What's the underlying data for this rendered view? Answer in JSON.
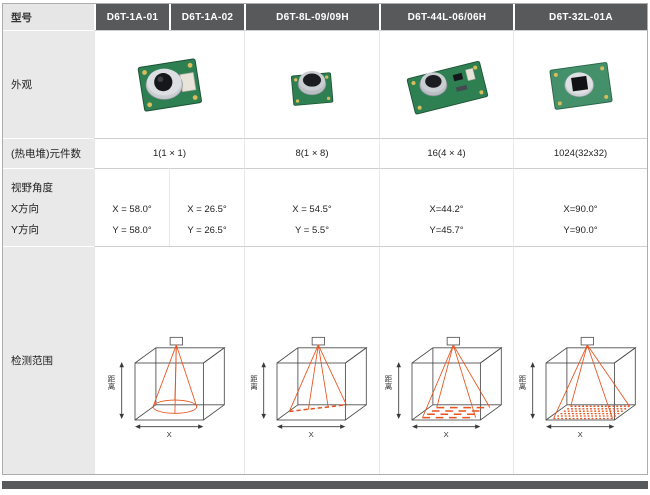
{
  "colors": {
    "header_bg": "#58595b",
    "model_cell_bg": "#e6e6e6",
    "label_col_bg": "#e9e9e9",
    "row_border": "#cfcfcf",
    "cone_orange": "#e8521d",
    "pcb_green": "#2e8053"
  },
  "table": {
    "header": {
      "model_col_label": "型号",
      "columns": [
        "D6T-1A-01",
        "D6T-1A-02",
        "D6T-8L-09/09H",
        "D6T-44L-06/06H",
        "D6T-32L-01A"
      ]
    },
    "row_labels": {
      "appearance": "外观",
      "element_count": "(热电堆)元件数",
      "fov_title": "视野角度",
      "fov_x": "X方向",
      "fov_y": "Y方向",
      "detection": "检测范围"
    },
    "element_counts": [
      "1(1 × 1)",
      "8(1 × 8)",
      "16(4 × 4)",
      "1024(32x32)"
    ],
    "fov_values": [
      {
        "x": "X = 58.0°",
        "y": "Y = 58.0°"
      },
      {
        "x": "X = 26.5°",
        "y": "Y = 26.5°"
      },
      {
        "x": "X = 54.5°",
        "y": "Y = 5.5°"
      },
      {
        "x": "X=44.2°",
        "y": "Y=45.7°"
      },
      {
        "x": "X=90.0°",
        "y": "Y=90.0°"
      }
    ],
    "diagram": {
      "distance_label": "距离",
      "x_label": "X"
    }
  }
}
